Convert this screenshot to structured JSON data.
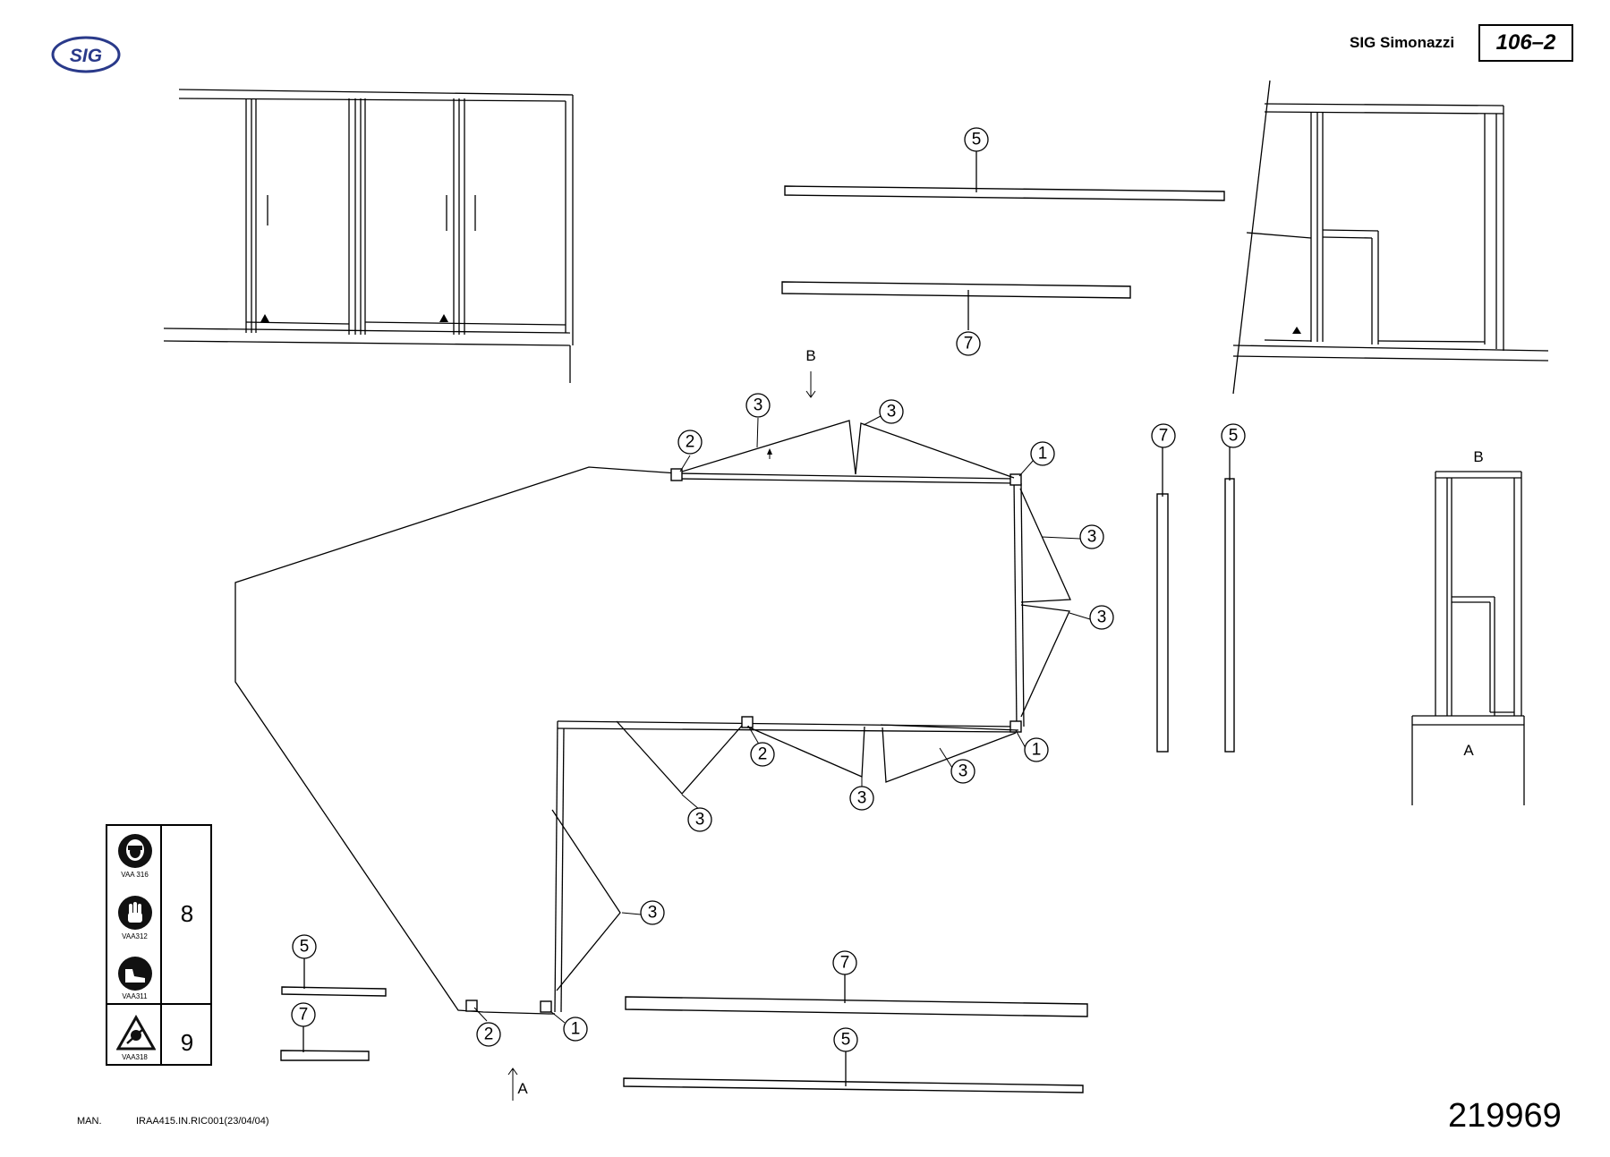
{
  "header": {
    "company": "SIG Simonazzi",
    "page_code": "106–2"
  },
  "logo": {
    "text": "SIG",
    "color": "#2a3a8a"
  },
  "drawing_number": "219969",
  "footer": {
    "man_label": "MAN.",
    "document_ref": "IRAA415.IN.RIC001(23/04/04)"
  },
  "views": {
    "label_a": "A",
    "label_b": "B"
  },
  "callouts": {
    "n1": "1",
    "n2": "2",
    "n3": "3",
    "n5": "5",
    "n7": "7"
  },
  "safety": {
    "groups": [
      {
        "number": "8",
        "symbols": [
          {
            "code": "VAA 316",
            "icon": "face-protection-icon"
          },
          {
            "code": "VAA312",
            "icon": "hand-protection-icon"
          },
          {
            "code": "VAA311",
            "icon": "foot-protection-icon"
          }
        ]
      },
      {
        "number": "9",
        "symbols": [
          {
            "code": "VAA318",
            "icon": "crush-hazard-icon"
          }
        ]
      }
    ]
  }
}
